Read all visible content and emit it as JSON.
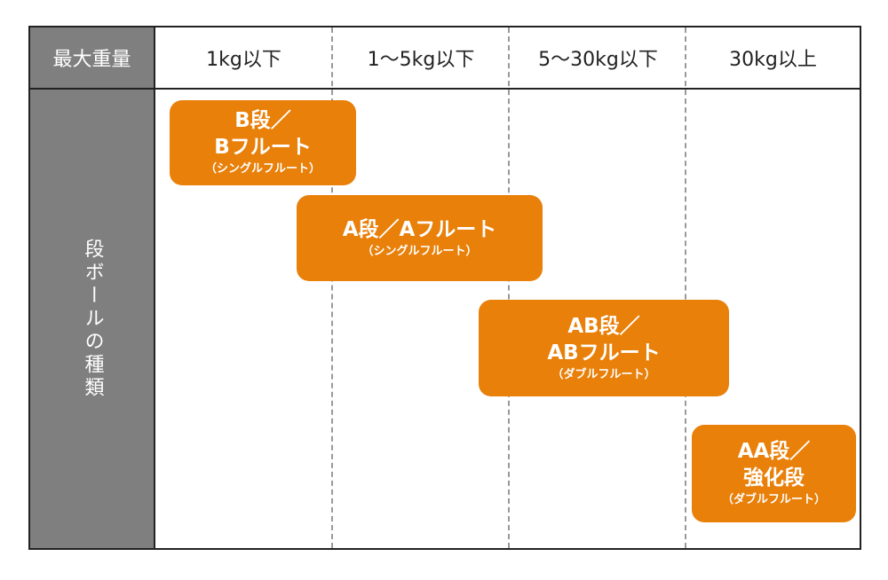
{
  "header": {
    "corner_label": "最大重量",
    "columns": [
      "1kg以下",
      "1〜5kg以下",
      "5〜30kg以下",
      "30kg以上"
    ]
  },
  "side_label": "段ボールの種類",
  "boxes": [
    {
      "line1": "B段／",
      "line2": "Bフルート",
      "sub": "（シングルフルート）"
    },
    {
      "line1": "A段／Aフルート",
      "line2": "",
      "sub": "（シングルフルート）"
    },
    {
      "line1": "AB段／",
      "line2": "ABフルート",
      "sub": "（ダブルフルート）"
    },
    {
      "line1": "AA段／",
      "line2": "強化段",
      "sub": "（ダブルフルート）"
    }
  ],
  "colors": {
    "accent": "#e8800a",
    "header_gray": "#7f7f7f"
  }
}
